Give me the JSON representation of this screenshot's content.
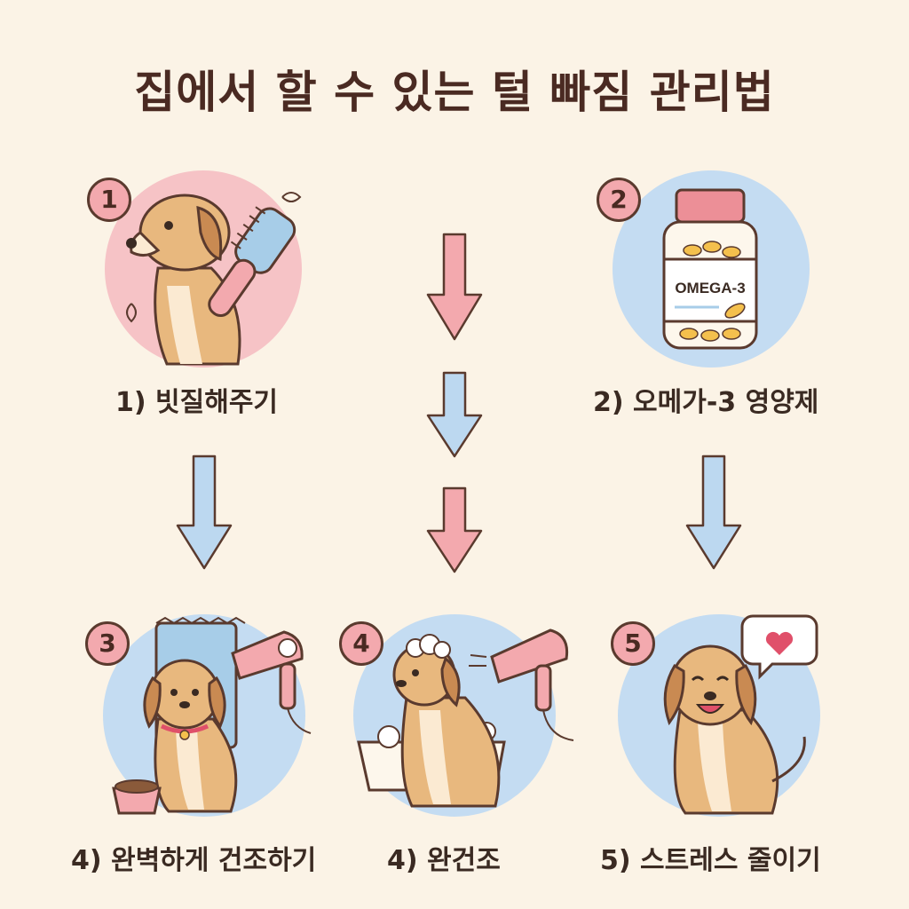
{
  "title": "집에서 할 수 있는 털 빠짐 관리법",
  "steps": [
    {
      "badge": "1",
      "label": "1) 빗질해주기",
      "color": "#f6c3c6"
    },
    {
      "badge": "2",
      "label": "2) 오메가-3 영양제",
      "color": "#c4dcf2",
      "bottle_text": "OMEGA-3"
    },
    {
      "badge": "3",
      "label": "4) 완벽하게 건조하기",
      "color": "#c4dcf2"
    },
    {
      "badge": "4",
      "label": "4) 완건조",
      "color": "#c4dcf2"
    },
    {
      "badge": "5",
      "label": "5) 스트레스 줄이기",
      "color": "#c4dcf2"
    }
  ],
  "arrow_colors": {
    "pink": "#f3a9ae",
    "blue": "#bcd8f0",
    "outline": "#5a3a2e"
  }
}
